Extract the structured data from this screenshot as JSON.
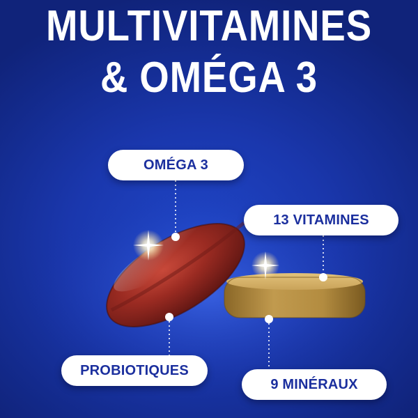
{
  "title": {
    "line1": "MULTIVITAMINES",
    "line2": "& OMÉGA 3"
  },
  "labels": {
    "omega": "OMÉGA 3",
    "vitamins": "13 VITAMINES",
    "probiotics": "PROBIOTIQUES",
    "minerals": "9 MINÉRAUX"
  },
  "colors": {
    "background": "#1a37ad",
    "label_text": "#1b2f9e",
    "softgel": "#9b2b22",
    "tablet": "#b8913f"
  },
  "icons": [
    "softgel-capsule",
    "tablet",
    "sparkle"
  ]
}
